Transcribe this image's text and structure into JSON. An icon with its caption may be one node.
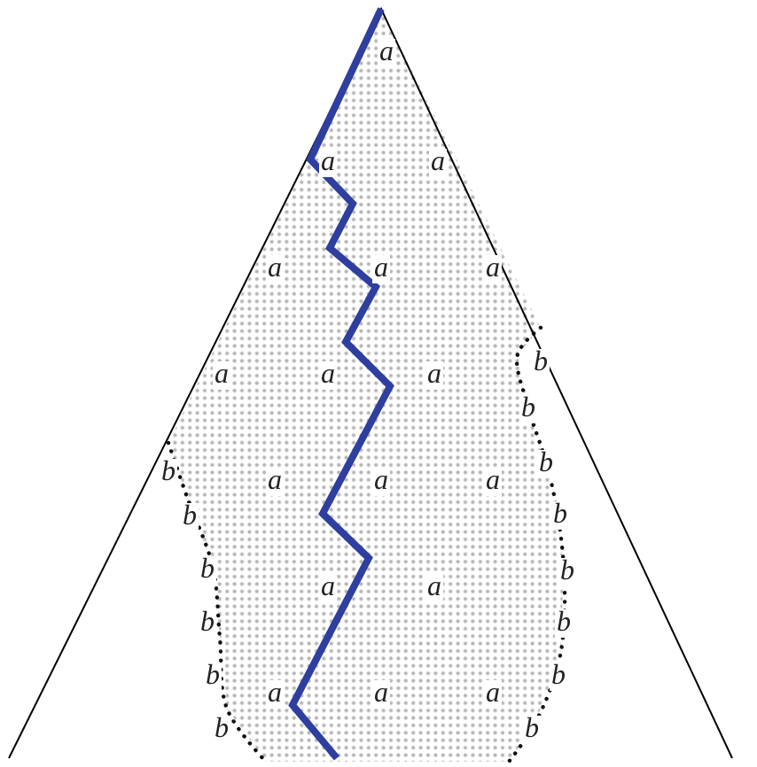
{
  "diagram": {
    "labels": [
      "a",
      "a",
      "a",
      "a",
      "a",
      "a",
      "b",
      "a",
      "a",
      "a",
      "b",
      "b",
      "b",
      "a",
      "a",
      "a",
      "b",
      "b",
      "b",
      "b",
      "a",
      "a",
      "b",
      "b",
      "b",
      "b",
      "a",
      "a",
      "a",
      "b",
      "b"
    ]
  }
}
